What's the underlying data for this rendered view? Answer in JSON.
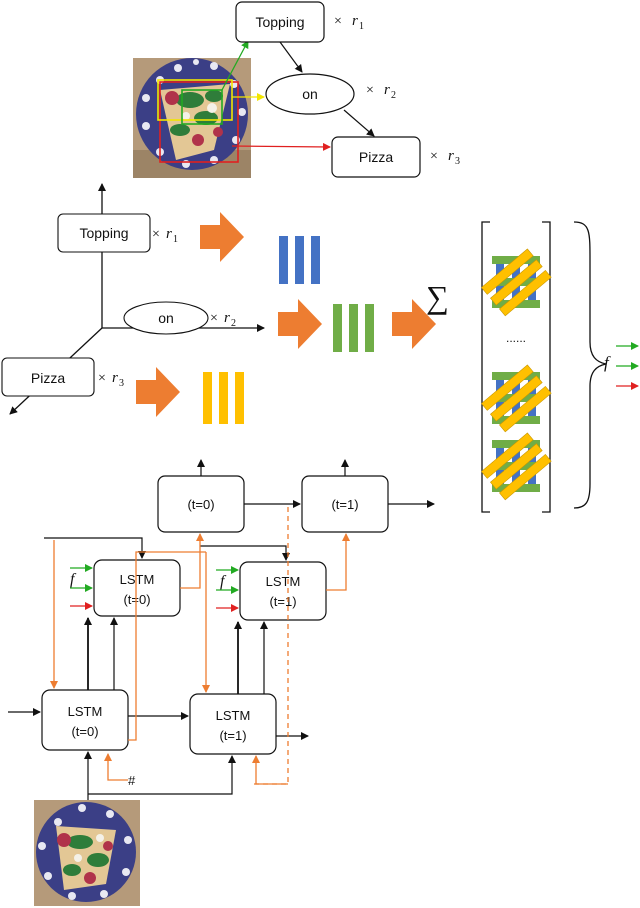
{
  "scene_graph": {
    "nodes": [
      {
        "id": "topping",
        "label": "Topping",
        "weight_prefix": "×",
        "weight_var": "r",
        "weight_sub": "1"
      },
      {
        "id": "on",
        "label": "on",
        "weight_prefix": "×",
        "weight_var": "r",
        "weight_sub": "2"
      },
      {
        "id": "pizza",
        "label": "Pizza",
        "weight_prefix": "×",
        "weight_var": "r",
        "weight_sub": "3"
      }
    ]
  },
  "embedding_space": {
    "nodes": [
      {
        "id": "topping",
        "label": "Topping",
        "weight": "×",
        "var": "r",
        "sub": "1"
      },
      {
        "id": "on",
        "label": "on",
        "weight": "×",
        "var": "r",
        "sub": "2"
      },
      {
        "id": "pizza",
        "label": "Pizza",
        "weight": "×",
        "var": "r",
        "sub": "3"
      }
    ],
    "sum_symbol": "∑",
    "ellipsis": "......",
    "feature_symbol": "f"
  },
  "decoder": {
    "top_boxes": [
      "(t=0)",
      "(t=1)"
    ],
    "lstm_upper": [
      "LSTM\n(t=0)",
      "LSTM\n(t=1)"
    ],
    "lstm_lower": [
      "LSTM\n(t=0)",
      "LSTM\n(t=1)"
    ],
    "upper_lstm_labels": [
      {
        "line1": "LSTM",
        "line2": "(t=0)"
      },
      {
        "line1": "LSTM",
        "line2": "(t=1)"
      }
    ],
    "lower_lstm_labels": [
      {
        "line1": "LSTM",
        "line2": "(t=0)"
      },
      {
        "line1": "LSTM",
        "line2": "(t=1)"
      }
    ],
    "feature_symbol": "f",
    "start_token": "#"
  },
  "colors": {
    "orange": "#ED7D31",
    "blue": "#4472C4",
    "green": "#70AD47",
    "yellow": "#FFC000",
    "red": "#E02020",
    "bright_green": "#22AA22",
    "yellow_arrow": "#F2E600"
  }
}
